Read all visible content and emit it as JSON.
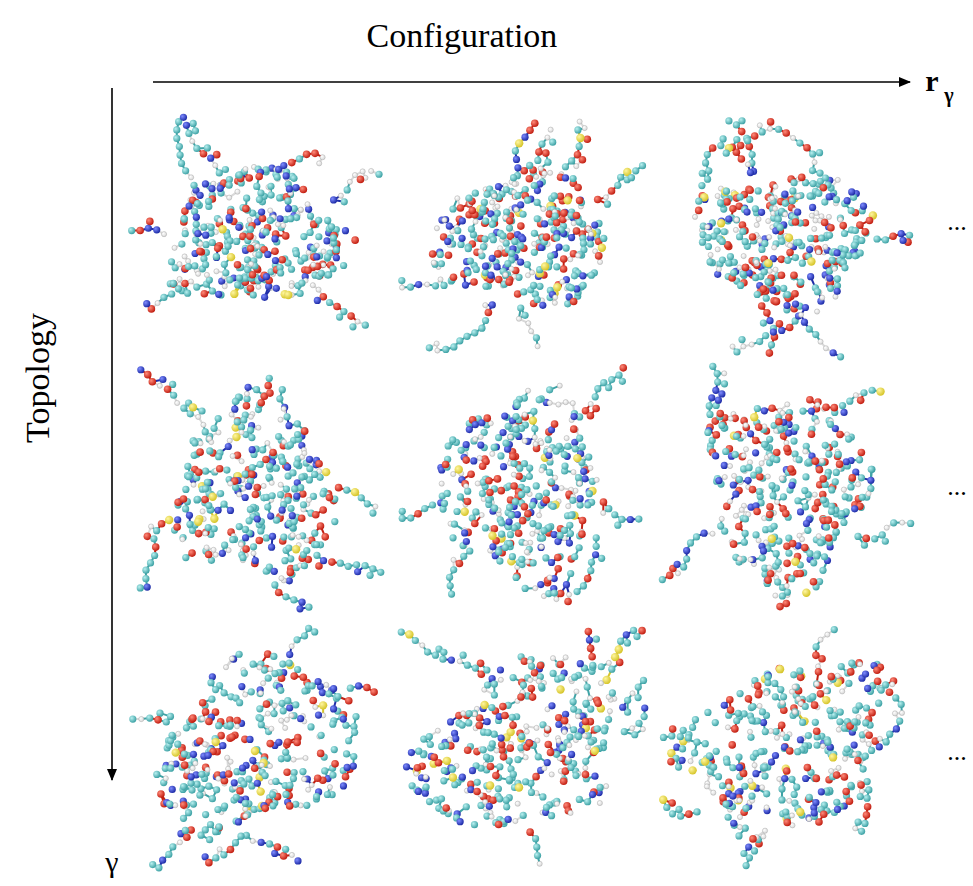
{
  "diagram": {
    "labels": [
      "Configuration",
      "r",
      "γ",
      "...",
      "...",
      "...",
      "Topology",
      "γ"
    ]
  }
}
